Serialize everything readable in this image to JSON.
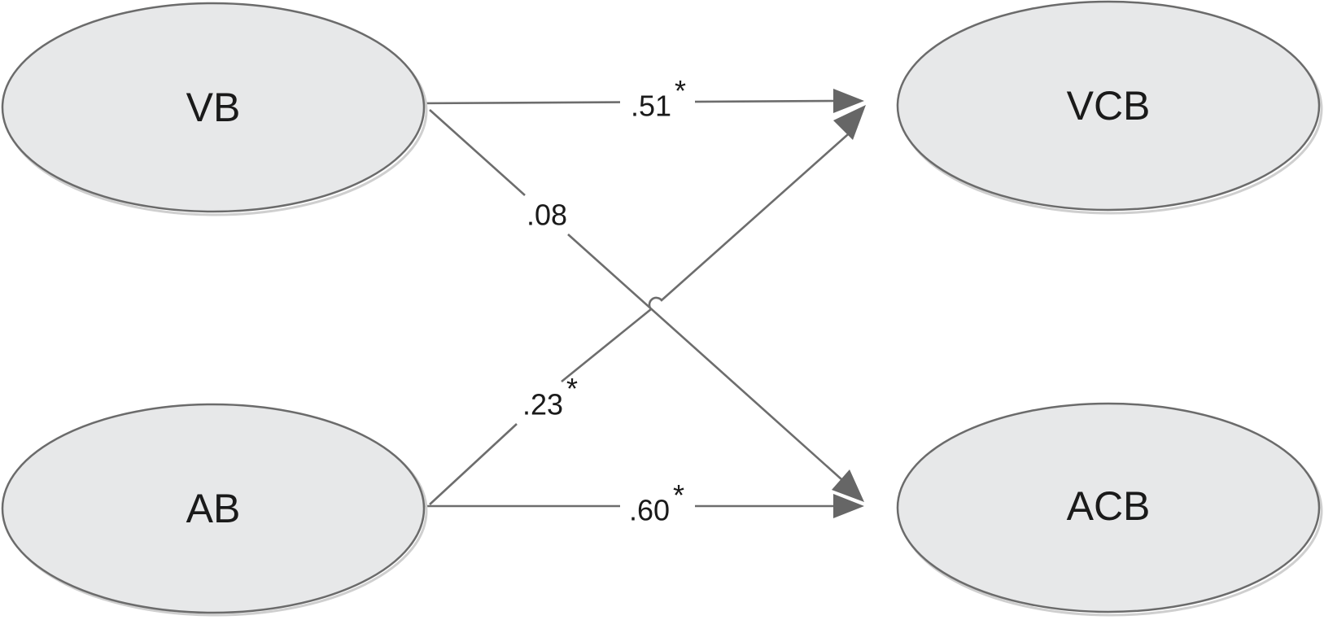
{
  "diagram": {
    "nodes": {
      "vb": {
        "label": "VB"
      },
      "ab": {
        "label": "AB"
      },
      "vcb": {
        "label": "VCB"
      },
      "acb": {
        "label": "ACB"
      }
    },
    "edges": {
      "vb_vcb": {
        "from": "VB",
        "to": "VCB",
        "coefficient": ".51",
        "significance": "*"
      },
      "vb_acb": {
        "from": "VB",
        "to": "ACB",
        "coefficient": ".08",
        "significance": ""
      },
      "ab_vcb": {
        "from": "AB",
        "to": "VCB",
        "coefficient": ".23",
        "significance": "*"
      },
      "ab_acb": {
        "from": "AB",
        "to": "ACB",
        "coefficient": ".60",
        "significance": "*"
      }
    },
    "colors": {
      "node_fill": "#e7e8e9",
      "node_stroke": "#6b6b6b",
      "edge": "#6d6d6d"
    }
  }
}
